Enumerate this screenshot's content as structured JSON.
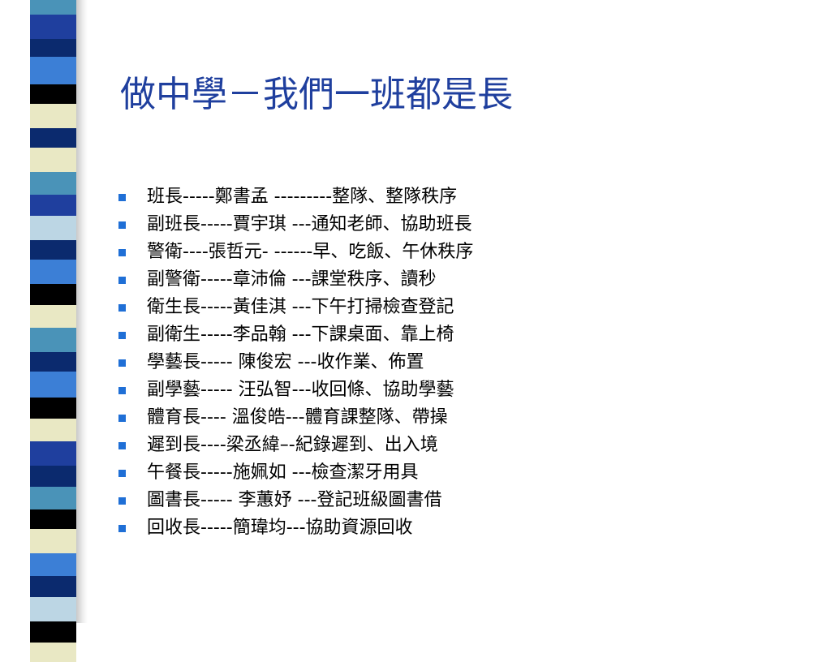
{
  "slide": {
    "title": "做中學－我們一班都是長",
    "accent_color": "#1f3f9e",
    "bullet_color": "#1f6fd6",
    "bullet_icon": "square-bullet-icon",
    "items": [
      {
        "label": "班長-----鄭書孟 ---------整隊、整隊秩序"
      },
      {
        "label": "副班長-----賈宇琪 ---通知老師、協助班長"
      },
      {
        "label": "警衛----張哲元- ------早、吃飯、午休秩序"
      },
      {
        "label": "副警衛-----章沛倫 ---課堂秩序、讀秒"
      },
      {
        "label": "衛生長-----黃佳淇  ---下午打掃檢查登記"
      },
      {
        "label": "副衛生-----李品翰 ---下課桌面、靠上椅"
      },
      {
        "label": "學藝長----- 陳俊宏 ---收作業、佈置"
      },
      {
        "label": "副學藝----- 汪弘智---收回條、協助學藝"
      },
      {
        "label": "體育長---- 溫俊皓---體育課整隊、帶操"
      },
      {
        "label": "遲到長----梁丞緯–-紀錄遲到、出入境"
      },
      {
        "label": "午餐長-----施姵如 ---檢查潔牙用具"
      },
      {
        "label": "圖書長----- 李蕙妤 ---登記班級圖書借"
      },
      {
        "label": "回收長-----簡瑋均---協助資源回收"
      }
    ]
  }
}
